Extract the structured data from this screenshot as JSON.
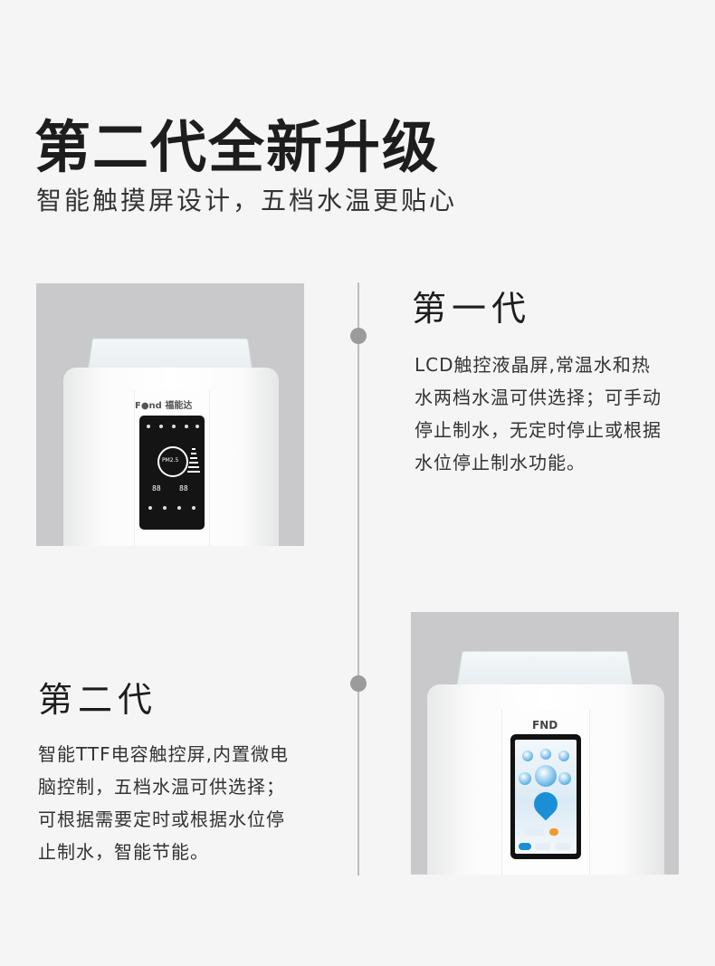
{
  "header": {
    "title": "第二代全新升级",
    "subtitle": "智能触摸屏设计，五档水温更贴心"
  },
  "gen1": {
    "title": "第一代",
    "lines": [
      "LCD触控液晶屏,常温水和热",
      "水两档水温可供选择；可手动",
      "停止制水，无定时停止或根据",
      "水位停止制水功能。"
    ],
    "product": {
      "brand": "F●nd 福能达",
      "pm_label": "PM2.5",
      "digits_left": "88",
      "digits_right": "88"
    }
  },
  "gen2": {
    "title": "第二代",
    "lines": [
      "智能TTF电容触控屏,内置微电",
      "脑控制，五档水温可供选择；",
      "可根据需要定时或根据水位停",
      "止制水，智能节能。"
    ],
    "product": {
      "brand": "FND"
    }
  },
  "colors": {
    "timeline": "#bdbdbd",
    "dot": "#9b9b9b",
    "accent_blue": "#1b8fd6"
  }
}
